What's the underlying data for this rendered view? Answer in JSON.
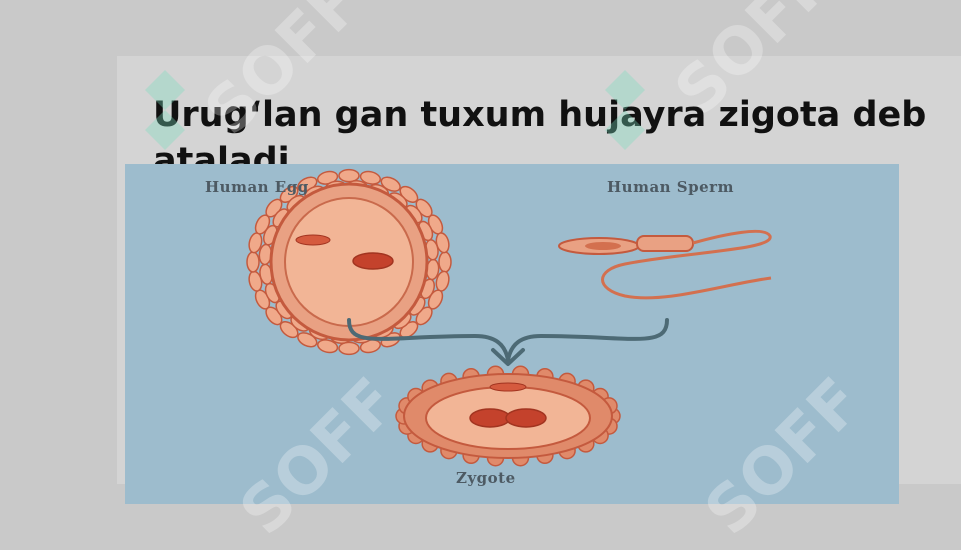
{
  "slide": {
    "title": "Urug‘lan gan tuxum hujayra zigota deb ataladi"
  },
  "figure": {
    "egg_label": "Human Egg",
    "sperm_label": "Human Sperm",
    "zygote_label": "Zygote"
  },
  "watermark": {
    "text": "SOFF"
  },
  "colors": {
    "background": "#c9c9c9",
    "slide": "#d4d4d4",
    "figure_bg": "#9dbccd",
    "cell_fill": "#e08a6a",
    "cell_stroke": "#c45a3e",
    "nucleus": "#c4422c",
    "arrow": "#4d6a75"
  }
}
